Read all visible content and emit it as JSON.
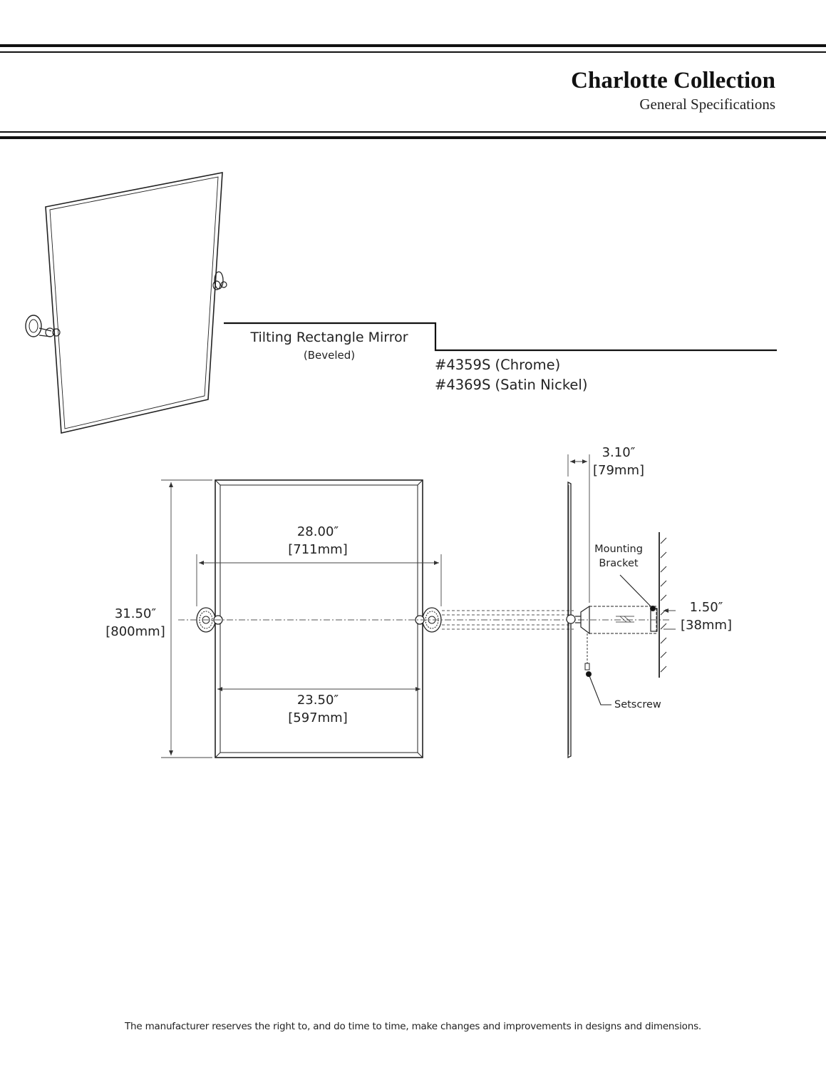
{
  "header": {
    "title": "Charlotte Collection",
    "subtitle": "General Specifications"
  },
  "product": {
    "name": "Tilting Rectangle Mirror",
    "variant": "(Beveled)",
    "models": [
      "#4359S (Chrome)",
      "#4369S (Satin Nickel)"
    ]
  },
  "dimensions": {
    "height": {
      "in": "31.50″",
      "mm": "[800mm]"
    },
    "bracket_span": {
      "in": "28.00″",
      "mm": "[711mm]"
    },
    "mirror_width": {
      "in": "23.50″",
      "mm": "[597mm]"
    },
    "projection": {
      "in": "3.10″",
      "mm": "[79mm]"
    },
    "bracket_diameter": {
      "in": "1.50″",
      "mm": "[38mm]"
    }
  },
  "callouts": {
    "mounting_bracket": [
      "Mounting",
      "Bracket"
    ],
    "setscrew": "Setscrew"
  },
  "footer": {
    "disclaimer": "The manufacturer reserves the right to, and do time to time, make changes and improvements in designs and dimensions."
  }
}
